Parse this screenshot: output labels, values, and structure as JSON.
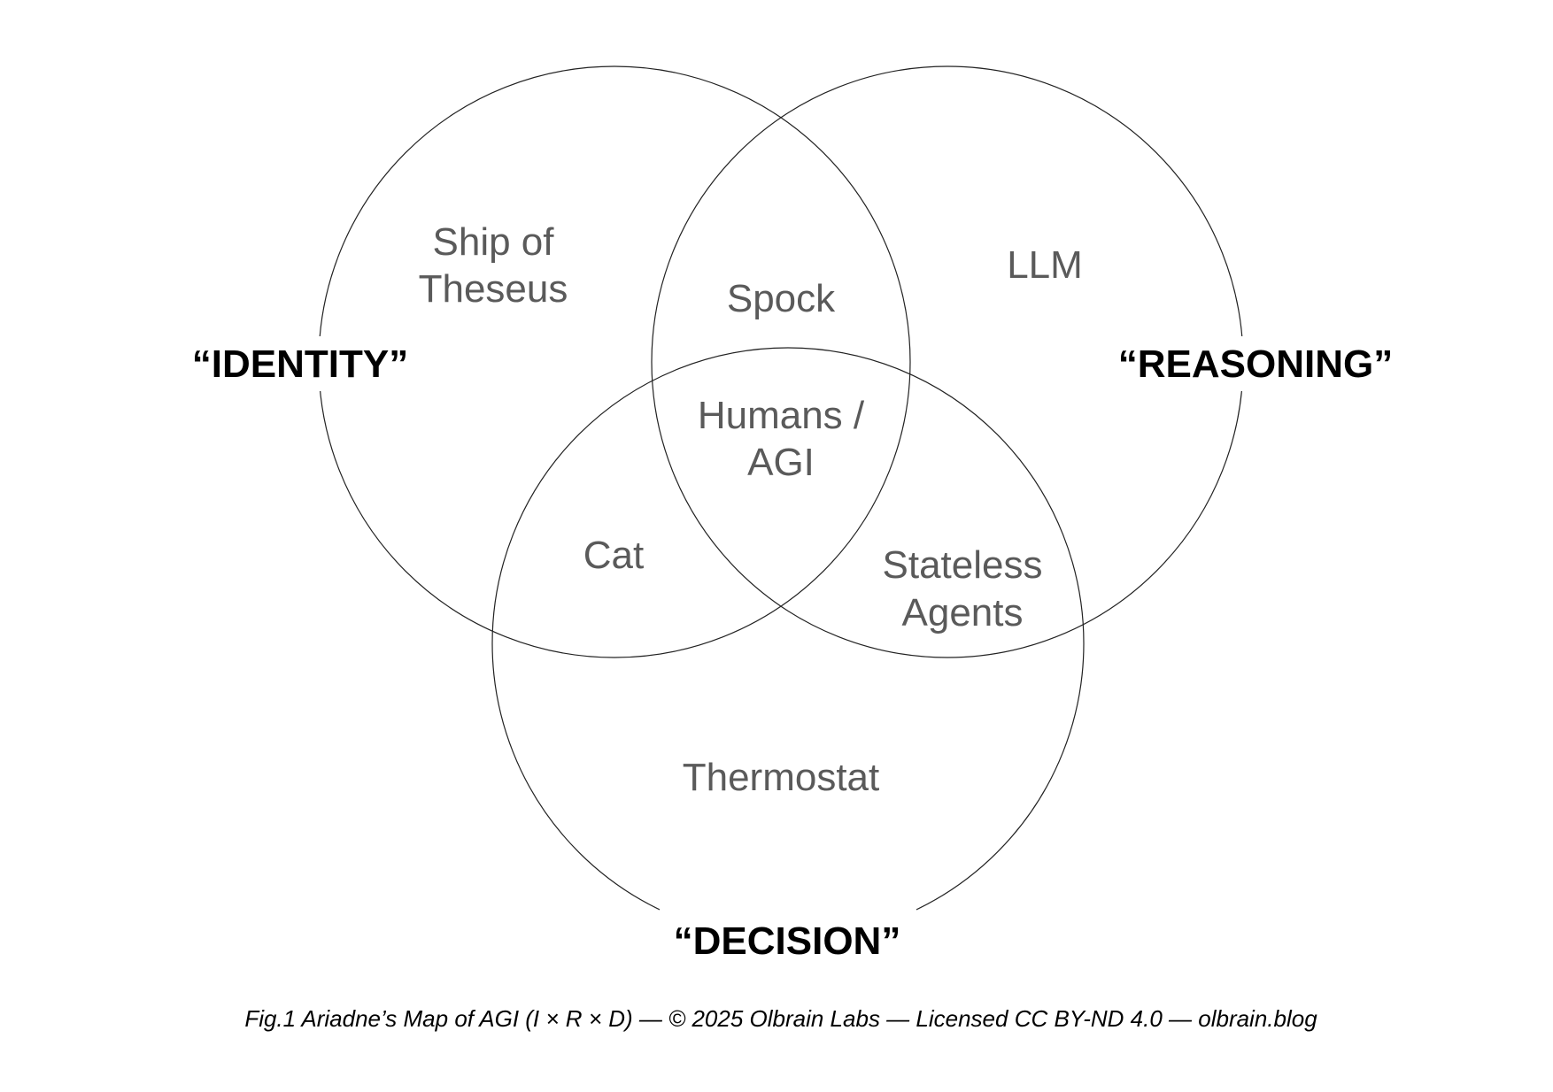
{
  "sets": {
    "identity": "“IDENTITY”",
    "reasoning": "“REASONING”",
    "decision": "“DECISION”"
  },
  "regions": {
    "identity_only": [
      "Ship of",
      "Theseus"
    ],
    "reasoning_only": [
      "LLM"
    ],
    "identity_reasoning": [
      "Spock"
    ],
    "all_three": [
      "Humans /",
      "AGI"
    ],
    "identity_decision": [
      "Cat"
    ],
    "reasoning_decision": [
      "Stateless",
      "Agents"
    ],
    "decision_only": [
      "Thermostat"
    ]
  },
  "caption": "Fig.1 Ariadne’s Map of AGI (I × R × D) — © 2025 Olbrain Labs — Licensed CC BY-ND 4.0 — olbrain.blog",
  "colors": {
    "region_text": "#5a5a5a",
    "set_text": "#000000",
    "outline": "#222222"
  }
}
